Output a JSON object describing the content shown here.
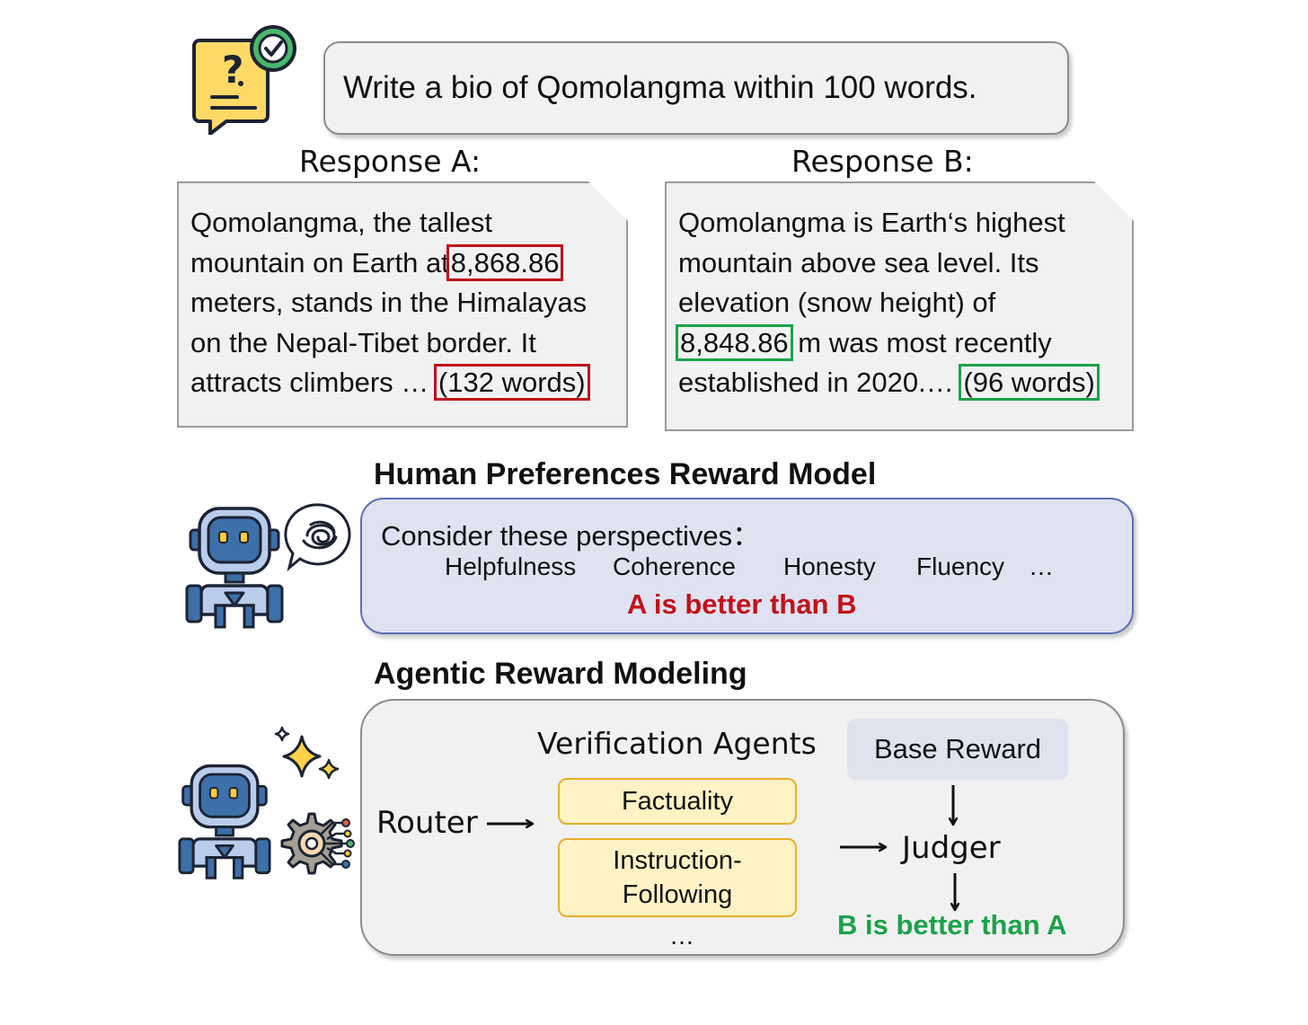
{
  "prompt": {
    "text": "Write a bio of Qomolangma within 100 words."
  },
  "response_a": {
    "title": "Response A:",
    "line1": "Qomolangma, the tallest",
    "line2_pre": "mountain on Earth at",
    "line2_num": "8,868.86",
    "line3": "meters, stands in the Himalayas",
    "line4": "on the Nepal-Tibet border. It",
    "line5_pre": "attracts climbers …",
    "line5_count": "(132 words)"
  },
  "response_b": {
    "title": "Response B:",
    "line1": "Qomolangma is Earth‘s highest",
    "line2": "mountain above sea level. Its",
    "line3": "elevation (snow height) of",
    "line4_num": "8,848.86",
    "line4_post": "m was most recently",
    "line5_pre": "established in 2020.…",
    "line5_count": "(96 words)"
  },
  "human_pref": {
    "title": "Human Preferences Reward Model",
    "consider": "Consider these perspectives：",
    "perspectives": [
      "Helpfulness",
      "Coherence",
      "Honesty",
      "Fluency",
      "…"
    ],
    "verdict": "A is better than B"
  },
  "agentic": {
    "title": "Agentic Reward Modeling",
    "router": "Router",
    "verification_title": "Verification Agents",
    "agents": [
      "Factuality",
      "Instruction-\nFollowing"
    ],
    "agents_more": "…",
    "base_reward": "Base Reward",
    "judger": "Judger",
    "verdict": "B is better than A"
  },
  "colors": {
    "red": "#c0121c",
    "green": "#1aa34a",
    "blue_box": "#dfe2f1",
    "blue_border": "#5b6fb4",
    "agent_fill": "#fff2c4",
    "agent_border": "#e8b02a",
    "robot_blue": "#3d6fa8"
  },
  "icons": [
    "question-document-icon",
    "checkmark-badge-icon",
    "robot-icon",
    "confused-thought-bubble-icon",
    "sparkle-icon",
    "gear-circuit-icon"
  ]
}
